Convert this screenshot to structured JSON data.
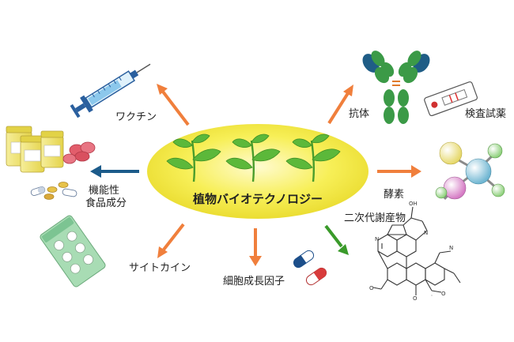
{
  "center": {
    "title": "植物バイオテクノロジー"
  },
  "products": {
    "vaccine": "ワクチン",
    "antibody": "抗体",
    "test_reagent": "検査試薬",
    "functional_food_line1": "機能性",
    "functional_food_line2": "食品成分",
    "enzyme": "酵素",
    "secondary_metabolite": "二次代謝産物",
    "cytokine": "サイトカイン",
    "growth_factor": "細胞成長因子"
  },
  "colors": {
    "ellipse": "#f5ec3a",
    "leaf": "#5cb83a",
    "orange_arrow": "#f07f3c",
    "green_arrow": "#3a9a2a",
    "blue_arrow": "#1c5b8a"
  }
}
